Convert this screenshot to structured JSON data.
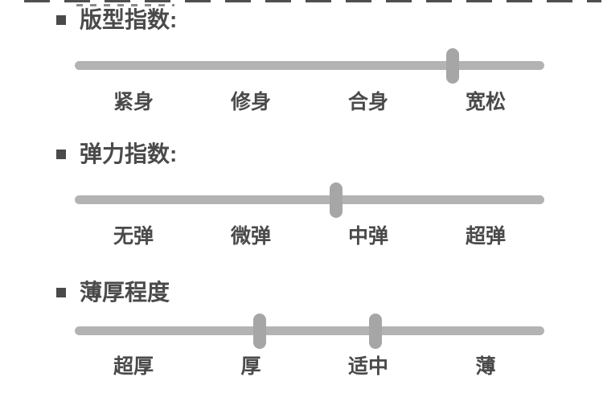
{
  "page": {
    "background": "#ffffff",
    "text_color": "#4a4a4a",
    "track_color": "#b3b3b3",
    "handle_color": "#a6a6a6",
    "clipped_row_color": "#4f4f4f"
  },
  "sections": [
    {
      "title": "版型指数:",
      "labels": [
        "紧身",
        "修身",
        "合身",
        "宽松"
      ],
      "handle_positions_pct": [
        80.5
      ]
    },
    {
      "title": "弹力指数:",
      "labels": [
        "无弹",
        "微弹",
        "中弹",
        "超弹"
      ],
      "handle_positions_pct": [
        55.6
      ]
    },
    {
      "title": "薄厚程度",
      "labels": [
        "超厚",
        "厚",
        "适中",
        "薄"
      ],
      "handle_positions_pct": [
        39.4,
        64.0
      ]
    }
  ]
}
